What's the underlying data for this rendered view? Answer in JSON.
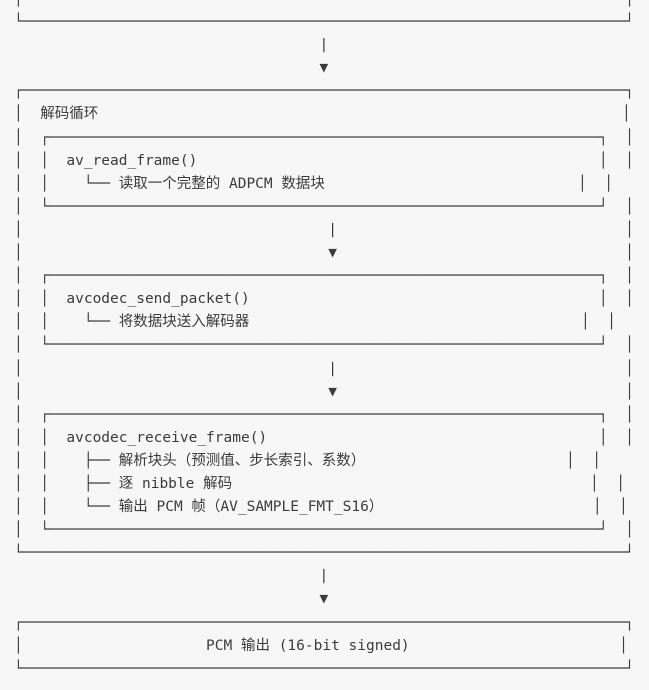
{
  "page": {
    "title": "ADPCM decode flow diagram",
    "background_color": "#f7f7f7",
    "text_color": "#3b3b3b",
    "type": "monospace-box-diagram"
  },
  "glyphs": {
    "box_top_left": "┌",
    "box_top_right": "┐",
    "box_bottom_left": "└",
    "box_bottom_right": "┘",
    "horizontal": "─",
    "vertical": "│",
    "tee_right": "├",
    "arrow_down": "▼",
    "pipe": "|"
  },
  "diagram": {
    "top_box": {
      "note": "box above is cut off by the top of the viewport; only its bottom edge is visible"
    },
    "connectors": [
      {
        "name": "connector-top-to-loop",
        "stem": "|",
        "arrow": "▼"
      },
      {
        "name": "connector-read-to-send",
        "stem": "|",
        "arrow": "▼"
      },
      {
        "name": "connector-send-to-receive",
        "stem": "|",
        "arrow": "▼"
      },
      {
        "name": "connector-loop-to-output",
        "stem": "|",
        "arrow": "▼"
      }
    ],
    "loop_box": {
      "label": "解码循环",
      "steps": [
        {
          "name": "av-read-frame",
          "title": "av_read_frame()",
          "children": [
            {
              "branch": "└──",
              "text": "读取一个完整的 ADPCM 数据块"
            }
          ]
        },
        {
          "name": "avcodec-send-packet",
          "title": "avcodec_send_packet()",
          "children": [
            {
              "branch": "└──",
              "text": "将数据块送入解码器"
            }
          ]
        },
        {
          "name": "avcodec-receive-frame",
          "title": "avcodec_receive_frame()",
          "children": [
            {
              "branch": "├──",
              "text": "解析块头（预测值、步长索引、系数）"
            },
            {
              "branch": "├──",
              "text": "逐 nibble 解码"
            },
            {
              "branch": "└──",
              "text": "输出 PCM 帧（AV_SAMPLE_FMT_S16）"
            }
          ]
        }
      ]
    },
    "output_box": {
      "name": "pcm-output-box",
      "label": "PCM 输出 (16-bit signed)"
    }
  },
  "ascii_lines": [
    "│                                                                     │",
    "└─────────────────────────────────────────────────────────────────────┘",
    "                                   |",
    "                                   ▼",
    "┌─────────────────────────────────────────────────────────────────────┐",
    "│  解码循环                                                            │",
    "│  ┌───────────────────────────────────────────────────────────────┐  │",
    "│  │  av_read_frame()                                              │  │",
    "│  │    └── 读取一个完整的 ADPCM 数据块                             │  │",
    "│  └───────────────────────────────────────────────────────────────┘  │",
    "│                                   |                                 │",
    "│                                   ▼                                 │",
    "│  ┌───────────────────────────────────────────────────────────────┐  │",
    "│  │  avcodec_send_packet()                                        │  │",
    "│  │    └── 将数据块送入解码器                                      │  │",
    "│  └───────────────────────────────────────────────────────────────┘  │",
    "│                                   |                                 │",
    "│                                   ▼                                 │",
    "│  ┌───────────────────────────────────────────────────────────────┐  │",
    "│  │  avcodec_receive_frame()                                      │  │",
    "│  │    ├── 解析块头（预测值、步长索引、系数）                       │  │",
    "│  │    ├── 逐 nibble 解码                                         │  │",
    "│  │    └── 输出 PCM 帧（AV_SAMPLE_FMT_S16）                        │  │",
    "│  └───────────────────────────────────────────────────────────────┘  │",
    "└─────────────────────────────────────────────────────────────────────┘",
    "                                   |",
    "                                   ▼",
    "┌─────────────────────────────────────────────────────────────────────┐",
    "│                     PCM 输出 (16-bit signed)                        │",
    "└─────────────────────────────────────────────────────────────────────┘"
  ]
}
